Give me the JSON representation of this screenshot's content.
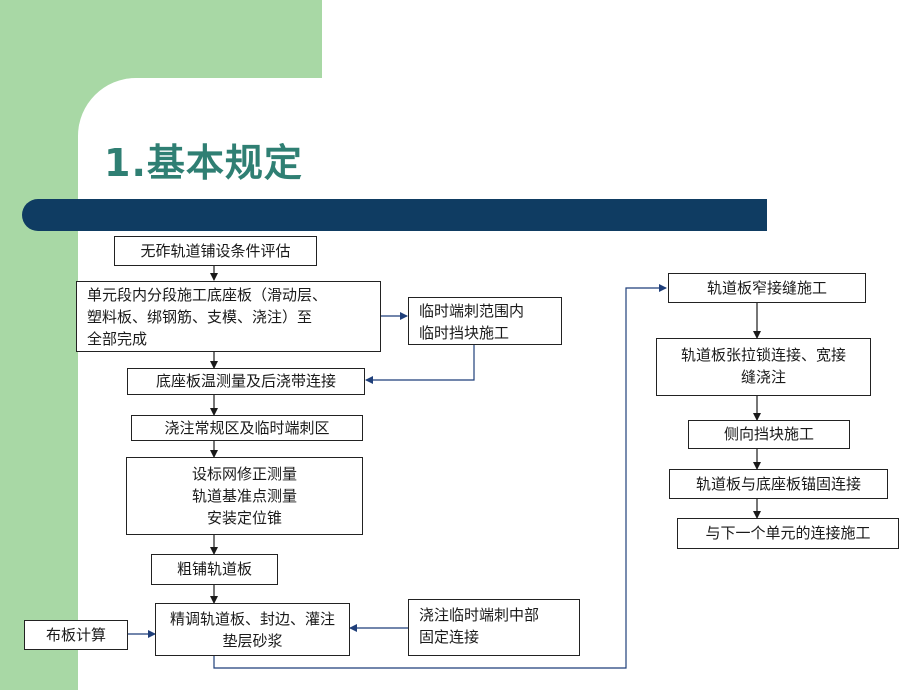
{
  "slide": {
    "title": "1.基本规定"
  },
  "flow": {
    "left": [
      {
        "id": "b1",
        "text": "无砟轨道铺设条件评估"
      },
      {
        "id": "b2",
        "text": "单元段内分段施工底座板（滑动层、\n塑料板、绑钢筋、支模、浇注）至\n全部完成"
      },
      {
        "id": "b3",
        "text": "底座板温测量及后浇带连接"
      },
      {
        "id": "b4",
        "text": "浇注常规区及临时端刺区"
      },
      {
        "id": "b5",
        "text": "设标网修正测量\n轨道基准点测量\n安装定位锥"
      },
      {
        "id": "b6",
        "text": "粗铺轨道板"
      },
      {
        "id": "b7",
        "text": "精调轨道板、封边、灌注\n垫层砂浆"
      }
    ],
    "side": [
      {
        "id": "s1",
        "text": "临时端刺范围内\n临时挡块施工"
      },
      {
        "id": "s2",
        "text": "浇注临时端刺中部\n固定连接"
      },
      {
        "id": "s3",
        "text": "布板计算"
      }
    ],
    "right": [
      {
        "id": "r1",
        "text": "轨道板窄接缝施工"
      },
      {
        "id": "r2",
        "text": "轨道板张拉锁连接、宽接\n缝浇注"
      },
      {
        "id": "r3",
        "text": "侧向挡块施工"
      },
      {
        "id": "r4",
        "text": "轨道板与底座板锚固连接"
      },
      {
        "id": "r5",
        "text": "与下一个单元的连接施工"
      }
    ]
  },
  "colors": {
    "title": "#2f7f73",
    "bar": "#0f3c62",
    "background_green": "#a8d8a5",
    "connector_blue": "#1f3f7a"
  }
}
